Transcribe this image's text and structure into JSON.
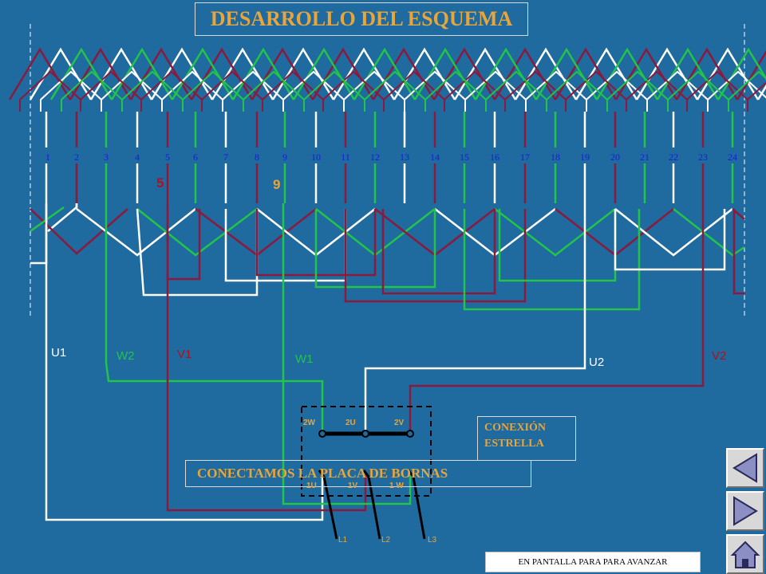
{
  "title": "DESARROLLO  DEL ESQUEMA",
  "slot_numbers": [
    "1",
    "2",
    "3",
    "4",
    "5",
    "6",
    "7",
    "8",
    "9",
    "10",
    "11",
    "12",
    "13",
    "14",
    "15",
    "16",
    "17",
    "18",
    "19",
    "20",
    "21",
    "22",
    "23",
    "24"
  ],
  "marks": {
    "left": "5",
    "right": "9"
  },
  "wire_labels": {
    "u1": "U1",
    "w2": "W2",
    "v1": "V1",
    "w1": "W1",
    "u2": "U2",
    "v2": "V2"
  },
  "conexion": {
    "line1": "CONEXIÓN",
    "line2": "ESTRELLA"
  },
  "placa": "CONECTAMOS LA PLACA DE BORNAS",
  "terminals": {
    "top": [
      "2W",
      "2U",
      "2V"
    ],
    "bottom": [
      "1U",
      "1V",
      "1 W"
    ]
  },
  "lines": [
    "L1",
    "L2",
    "L3"
  ],
  "advance": "EN PANTALLA PARA  PARA  AVANZAR",
  "colors": {
    "background": "#1f6a9f",
    "white_phase": "#ffffff",
    "red_phase": "#8b1a3c",
    "green_phase": "#22c44a",
    "title": "#e8a53c",
    "slot_number": "#1a1ae0"
  },
  "nav": {
    "prev_icon": "triangle-left-icon",
    "next_icon": "triangle-right-icon",
    "home_icon": "home-icon"
  }
}
